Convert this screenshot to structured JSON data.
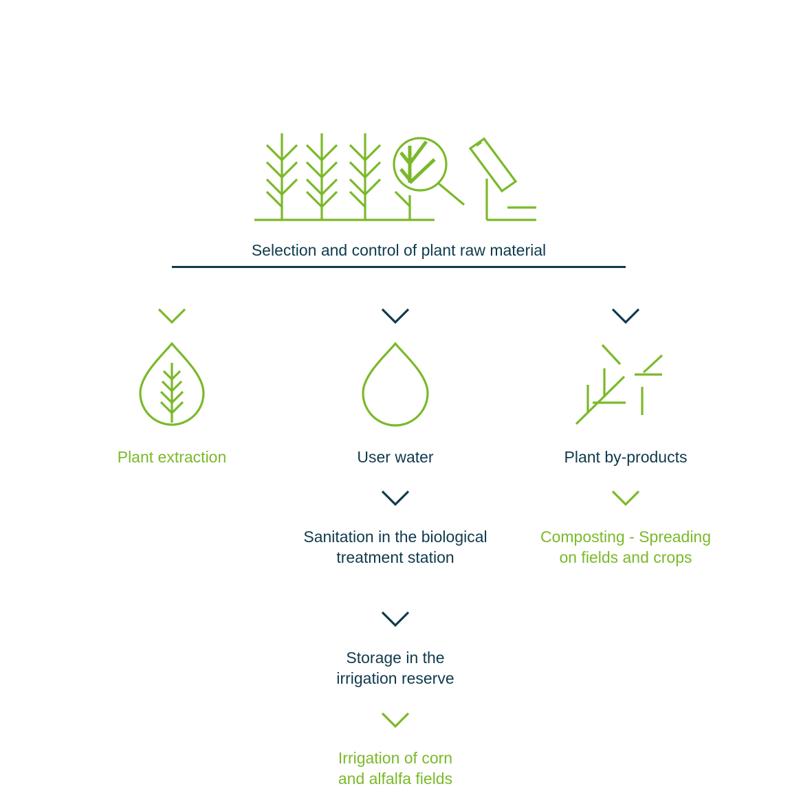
{
  "diagram": {
    "header": {
      "title": "Selection and control of plant raw material",
      "icon": "plants-magnifier-microscope-icon"
    },
    "columns": [
      {
        "icon": "leaf-drop-icon",
        "label": "Plant extraction",
        "label_color": "#7ab929",
        "steps": []
      },
      {
        "icon": "water-drop-icon",
        "label": "User water",
        "label_color": "#0f3a4c",
        "steps": [
          {
            "line1": "Sanitation in the biological",
            "line2": "treatment station",
            "color": "#0f3a4c"
          },
          {
            "line1": "Storage in the",
            "line2": "irrigation reserve",
            "color": "#0f3a4c"
          },
          {
            "line1": "Irrigation of corn",
            "line2": "and alfalfa fields",
            "color": "#7ab929"
          }
        ]
      },
      {
        "icon": "plant-byproducts-icon",
        "label": "Plant by-products",
        "label_color": "#0f3a4c",
        "steps": [
          {
            "line1": "Composting - Spreading",
            "line2": "on fields and crops",
            "color": "#7ab929"
          }
        ]
      }
    ],
    "colors": {
      "green": "#7ab929",
      "navy": "#0f3a4c"
    }
  }
}
